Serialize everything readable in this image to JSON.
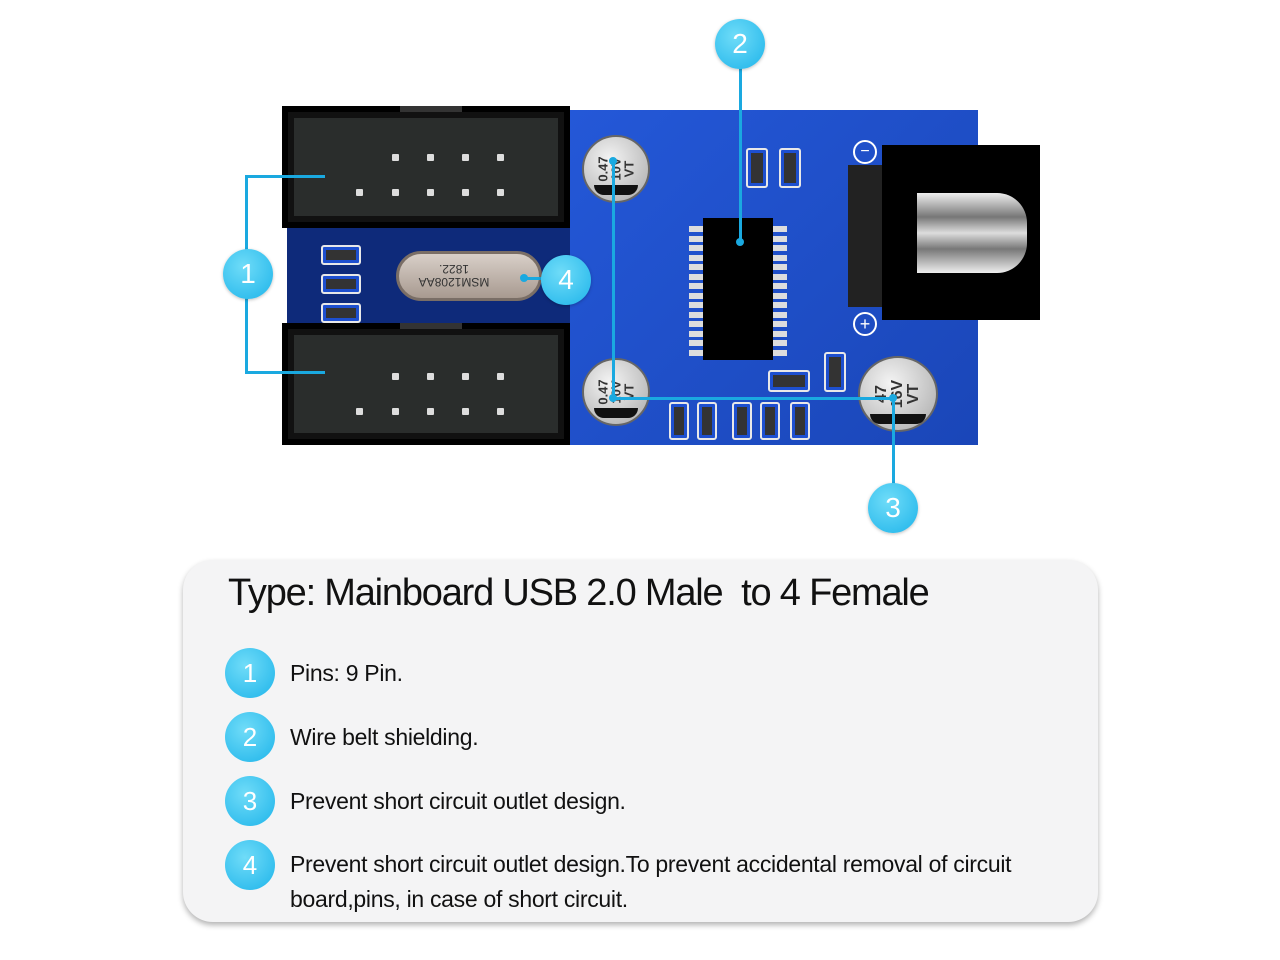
{
  "pcb": {
    "crystal_label_1": "1822.",
    "crystal_label_2": "MSM1208AA",
    "cap_small_label": "0.47\n10V\nVT",
    "cap_large_label": "47\n16V\nVT",
    "minus_mark": "−",
    "plus_mark": "+"
  },
  "callouts": [
    "1",
    "2",
    "3",
    "4"
  ],
  "colors": {
    "accent": "#1eb4ea",
    "pcb": "#1d4fcf"
  },
  "card": {
    "title": "Type: Mainboard USB 2.0 Male  to 4 Female",
    "items": [
      {
        "num": "1",
        "text": "Pins: 9 Pin."
      },
      {
        "num": "2",
        "text": "Wire belt shielding."
      },
      {
        "num": "3",
        "text": "Prevent short circuit outlet design."
      },
      {
        "num": "4",
        "text": "Prevent short circuit outlet design.To prevent accidental removal of circuit board,pins, in case of short circuit."
      }
    ]
  }
}
